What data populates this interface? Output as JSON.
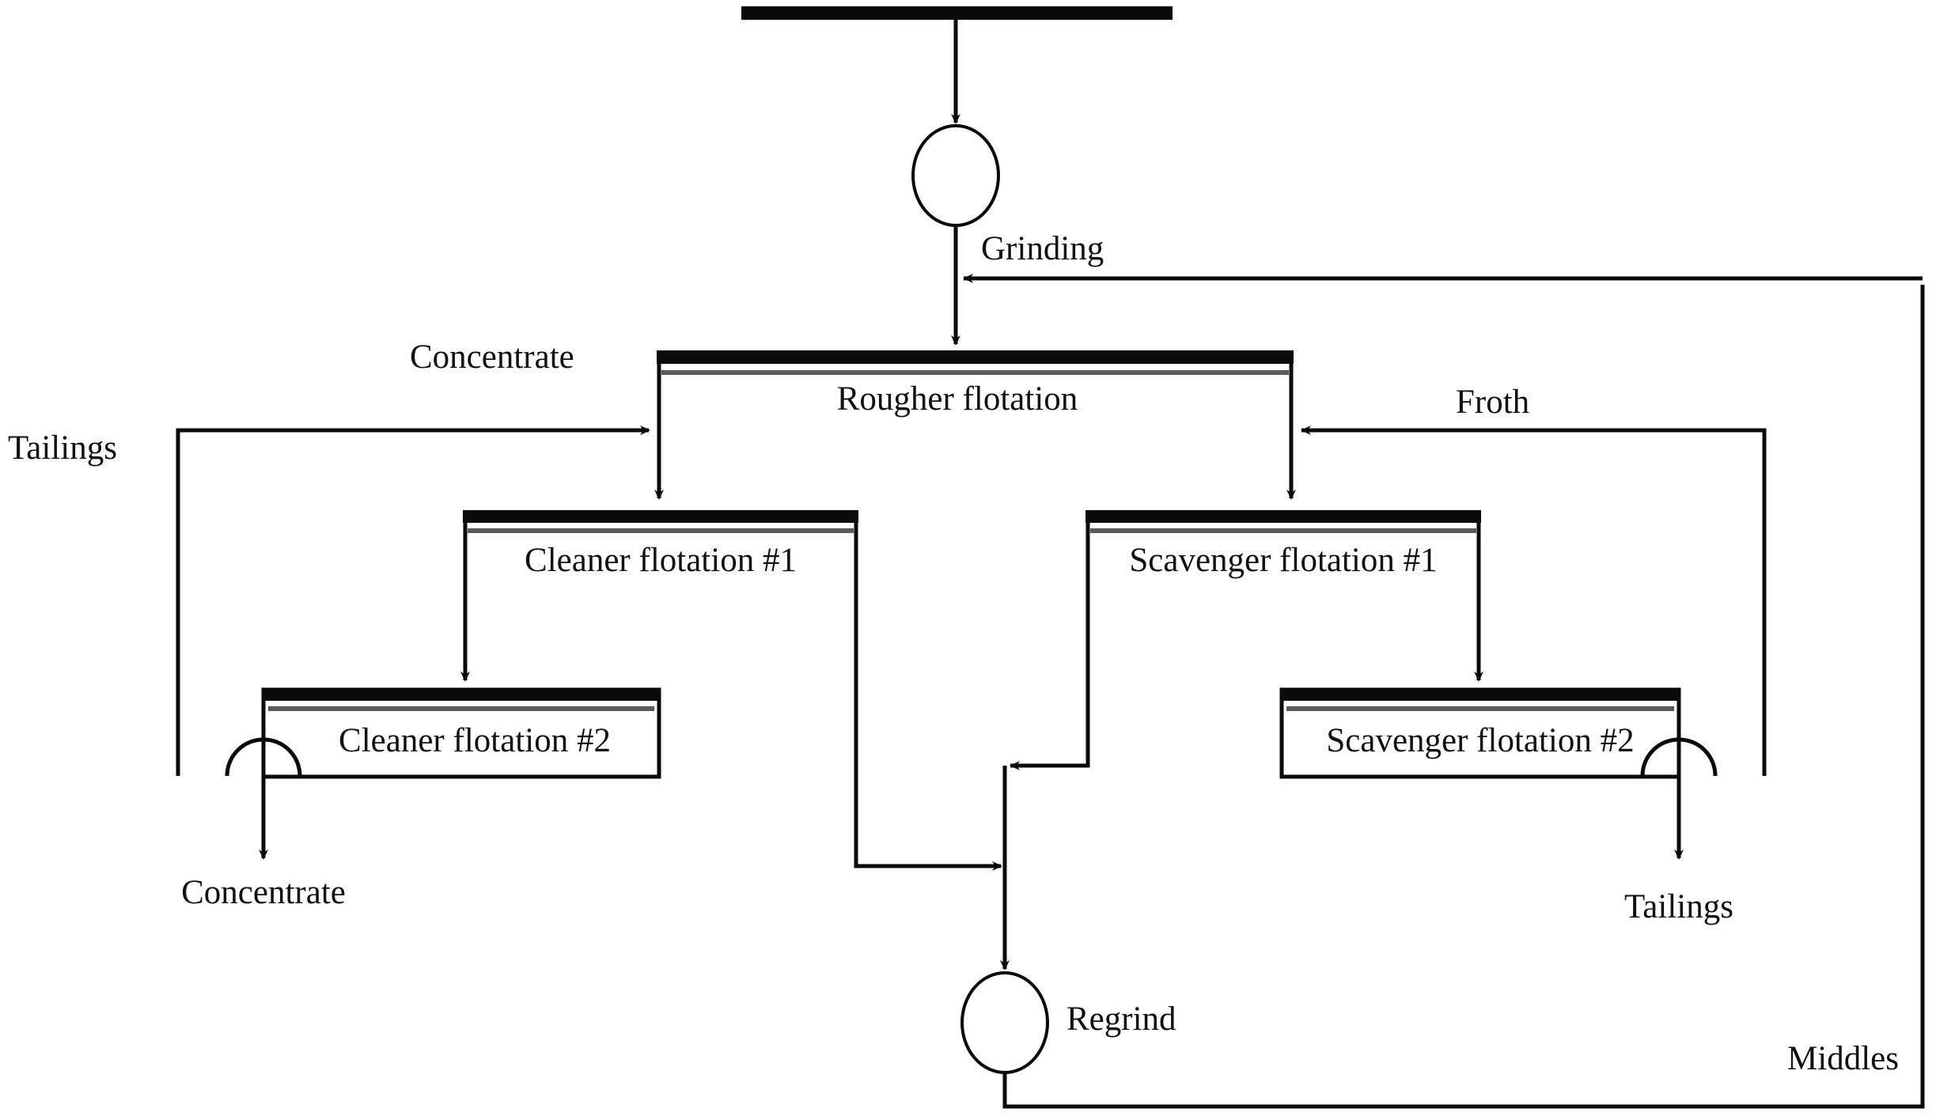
{
  "diagram": {
    "type": "process-flowsheet",
    "domain": "mineral-processing-flotation-circuit",
    "background_color": "#ffffff",
    "line_color": "#0a0a0a",
    "accent_color": "#5a5a5a",
    "units": [
      {
        "id": "feed-bar",
        "label": "",
        "kind": "feed-bar"
      },
      {
        "id": "grinding",
        "label": "Grinding",
        "kind": "mill-circle"
      },
      {
        "id": "rougher",
        "label": "Rougher flotation",
        "kind": "flotation-cell"
      },
      {
        "id": "cleaner-1",
        "label": "Cleaner flotation #1",
        "kind": "flotation-cell"
      },
      {
        "id": "cleaner-2",
        "label": "Cleaner flotation #2",
        "kind": "flotation-cell"
      },
      {
        "id": "scavenger-1",
        "label": "Scavenger flotation #1",
        "kind": "flotation-cell"
      },
      {
        "id": "scavenger-2",
        "label": "Scavenger flotation #2",
        "kind": "flotation-cell"
      },
      {
        "id": "regrind",
        "label": "Regrind",
        "kind": "mill-circle"
      }
    ],
    "stream_labels": [
      {
        "id": "grinding-label",
        "text": "Grinding"
      },
      {
        "id": "rougher-concentrate-label",
        "text": "Concentrate"
      },
      {
        "id": "cleaner-tailings-label",
        "text": "Tailings"
      },
      {
        "id": "froth-label",
        "text": "Froth"
      },
      {
        "id": "final-concentrate-label",
        "text": "Concentrate"
      },
      {
        "id": "final-tailings-label",
        "text": "Tailings"
      },
      {
        "id": "regrind-label",
        "text": "Regrind"
      },
      {
        "id": "middles-label",
        "text": "Middles"
      }
    ],
    "cell_labels": {
      "rougher": "Rougher flotation",
      "cleaner_1": "Cleaner flotation #1",
      "cleaner_2": "Cleaner flotation #2",
      "scavenger_1": "Scavenger flotation #1",
      "scavenger_2": "Scavenger flotation #2"
    },
    "mill_labels": {
      "grinding": "Grinding",
      "regrind": "Regrind"
    },
    "stream_texts": {
      "grinding": "Grinding",
      "rougher_concentrate": "Concentrate",
      "cleaner_tailings": "Tailings",
      "froth": "Froth",
      "final_concentrate": "Concentrate",
      "final_tailings": "Tailings",
      "regrind": "Regrind",
      "middles": "Middles"
    }
  }
}
